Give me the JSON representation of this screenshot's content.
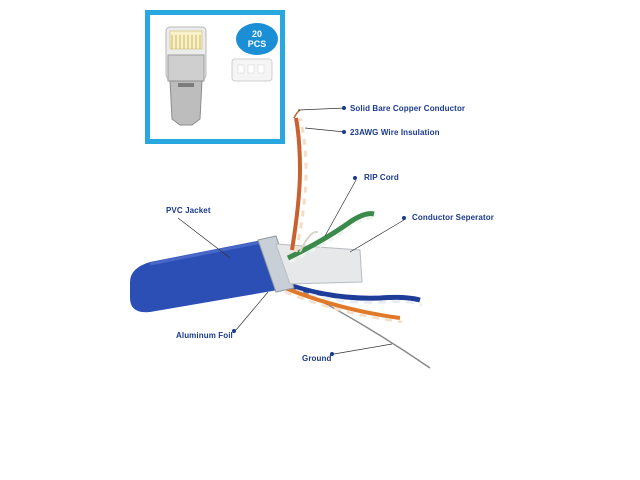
{
  "product": {
    "badge_count": "20",
    "badge_unit": "PCS"
  },
  "callouts": {
    "copper": "Solid Bare Copper Conductor",
    "insulation": "23AWG Wire Insulation",
    "rip_cord": "RIP Cord",
    "pvc_jacket": "PVC Jacket",
    "separator": "Conductor Seperator",
    "foil": "Aluminum Foil",
    "ground": "Ground"
  },
  "colors": {
    "frame": "#29a8e0",
    "badge": "#1a8fd6",
    "label": "#1b3a8c",
    "jacket": "#2c4fb5",
    "copper": "#c8612f",
    "green": "#3a8a4a"
  }
}
